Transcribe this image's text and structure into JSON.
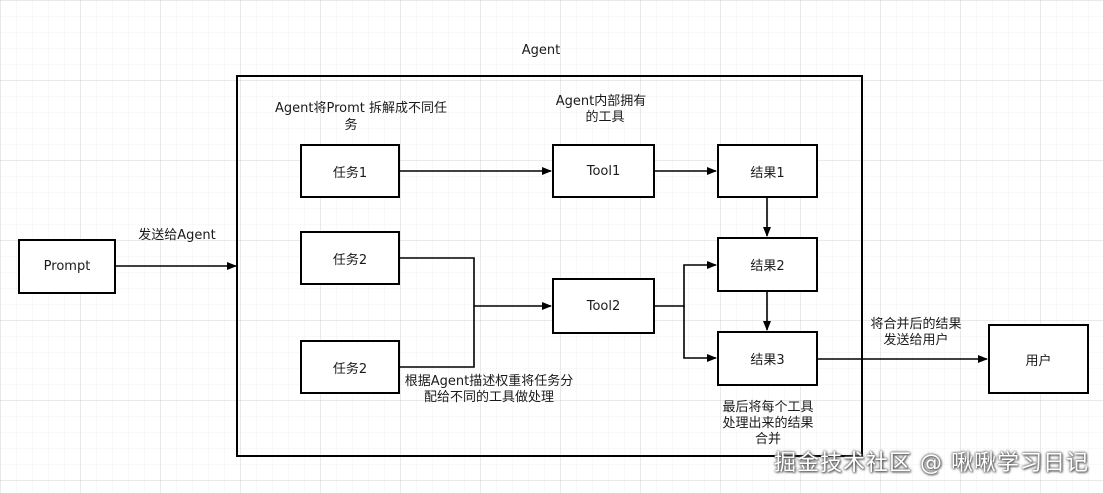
{
  "agent_label": "Agent",
  "nodes": {
    "prompt": "Prompt",
    "task1": "任务1",
    "task2a": "任务2",
    "task2b": "任务2",
    "tool1": "Tool1",
    "tool2": "Tool2",
    "result1": "结果1",
    "result2": "结果2",
    "result3": "结果3",
    "user": "用户"
  },
  "annotations": {
    "split_line1": "Agent将Promt 拆解成不同任",
    "split_line2": "务",
    "tools_line1": "Agent内部拥有",
    "tools_line2": "的工具",
    "send_to_agent": "发送给Agent",
    "assign_line1": "根据Agent描述权重将任务分",
    "assign_line2": "配给不同的工具做处理",
    "merge_line1": "最后将每个工具",
    "merge_line2": "处理出来的结果",
    "merge_line3": "合并",
    "deliver_line1": "将合并后的结果",
    "deliver_line2": "发送给用户"
  },
  "watermark": "掘金技术社区 @ 啾啾学习日记"
}
